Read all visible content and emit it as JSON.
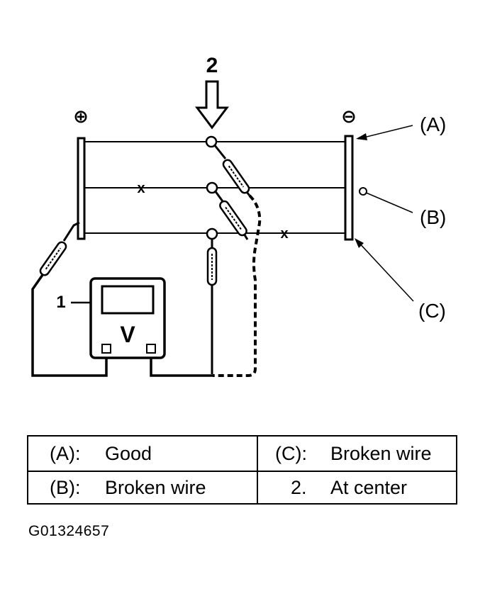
{
  "diagram": {
    "callouts": {
      "meter": "1",
      "probe_position": "2"
    },
    "terminal_symbols": {
      "positive": "⊕",
      "negative": "⊖"
    },
    "wire_labels": {
      "a": "(A)",
      "b": "(B)",
      "c": "(C)"
    },
    "meter_symbol": "V",
    "break_mark": "x"
  },
  "legend": {
    "rows": [
      {
        "left_code": "(A):",
        "left_text": "Good",
        "right_code": "(C):",
        "right_text": "Broken wire"
      },
      {
        "left_code": "(B):",
        "left_text": "Broken wire",
        "right_code": "2.",
        "right_text": "At center"
      }
    ]
  },
  "figure_code": "G01324657",
  "colors": {
    "ink": "#000000",
    "paper": "#ffffff"
  }
}
